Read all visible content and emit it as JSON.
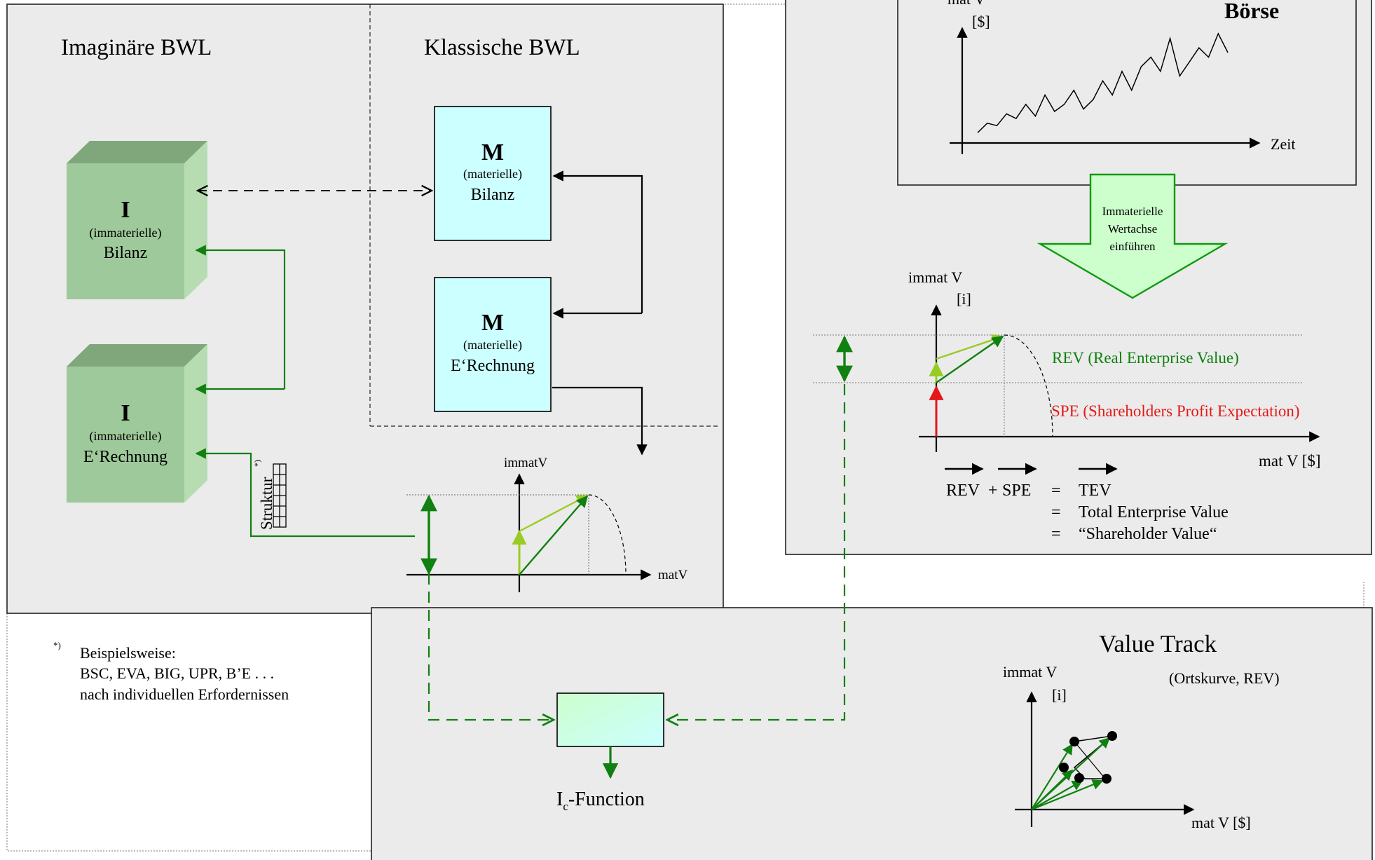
{
  "colors": {
    "panel_bg": "#ebebeb",
    "green_box_front": "#9ec99a",
    "green_box_top": "#7fa77b",
    "green_box_side": "#b7dcb2",
    "cyan_box": "#ccffff",
    "dark_green": "#108010",
    "light_green": "#99cc22",
    "red": "#e41818",
    "arrow_fill": "#ccffcc",
    "arrow_stroke": "#119911"
  },
  "left_panel": {
    "imaginary_title": "Imaginäre BWL",
    "classic_title": "Klassische BWL"
  },
  "i_bilanz": {
    "letter": "I",
    "sub": "(immaterielle)",
    "name": "Bilanz"
  },
  "i_erechnung": {
    "letter": "I",
    "sub": "(immaterielle)",
    "name": "E‘Rechnung"
  },
  "m_bilanz": {
    "letter": "M",
    "sub": "(materielle)",
    "name": "Bilanz"
  },
  "m_erechnung": {
    "letter": "M",
    "sub": "(materielle)",
    "name": "E‘Rechnung"
  },
  "struktur": {
    "label": "Struktur",
    "superscript": "*)"
  },
  "small_chart": {
    "y_label": "immatV",
    "x_label": "matV"
  },
  "footnote": {
    "marker": "*)",
    "line1": "Beispielsweise:",
    "line2": "BSC, EVA, BIG, UPR, B’E . . .",
    "line3": "nach individuellen Erfordernissen"
  },
  "boerse": {
    "title": "Börse",
    "y_label": "mat V",
    "y_unit": "[$]",
    "x_label": "Zeit",
    "chart_data": {
      "type": "line",
      "title": "Börse",
      "ylabel": "mat V [$]",
      "xlabel": "Zeit",
      "x": [
        0,
        1,
        2,
        3,
        4,
        5,
        6,
        7,
        8,
        9,
        10,
        11,
        12,
        13,
        14,
        15,
        16,
        17,
        18,
        19,
        20,
        21,
        22,
        23,
        24,
        25,
        26
      ],
      "values": [
        2,
        6,
        5,
        10,
        8,
        14,
        9,
        18,
        11,
        14,
        20,
        12,
        16,
        24,
        18,
        28,
        20,
        30,
        34,
        28,
        42,
        26,
        32,
        38,
        34,
        44,
        36
      ]
    }
  },
  "big_arrow": {
    "line1": "Immaterielle",
    "line2": "Wertachse",
    "line3": "einführen"
  },
  "rev_chart": {
    "y_label": "immat V",
    "y_unit": "[i]",
    "x_label": "mat V [$]",
    "rev_label": "REV (Real Enterprise Value)",
    "spe_label": "SPE  (Shareholders Profit Expectation)"
  },
  "equation": {
    "rev": "REV",
    "plus": "+",
    "spe": "SPE",
    "eq": "=",
    "tev": "TEV",
    "total": "Total Enterprise Value",
    "shareholder": "“Shareholder Value“"
  },
  "value_track": {
    "title": "Value Track",
    "subtitle": "(Ortskurve, REV)",
    "y_label": "immat V",
    "y_unit": "[i]",
    "x_label": "mat V [$]"
  },
  "ic_function": {
    "main": "I",
    "sub": "c",
    "rest": "-Function"
  }
}
